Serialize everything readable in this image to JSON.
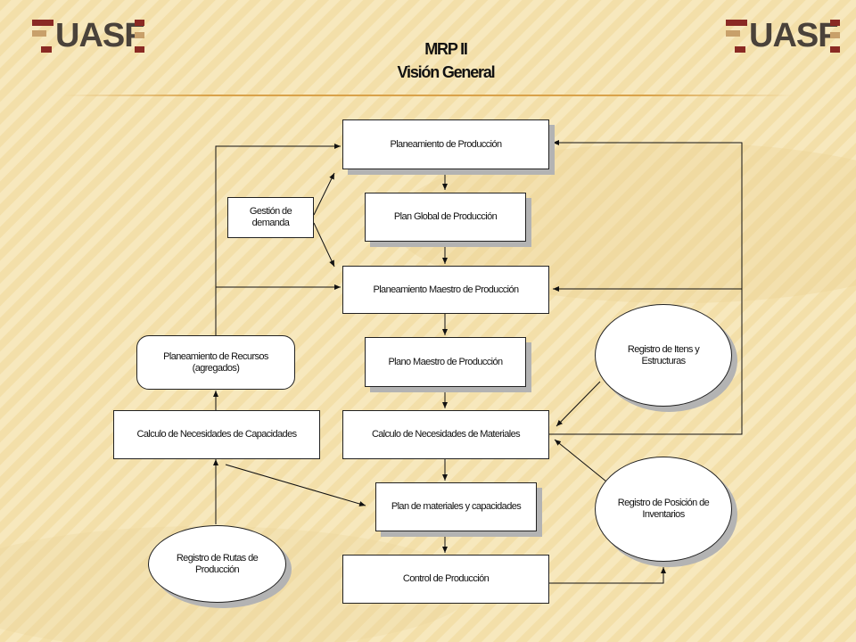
{
  "logo": {
    "text": "UASF"
  },
  "title": {
    "line1": "MRP II",
    "line2": "Visión General"
  },
  "nodes": {
    "planeamiento_produccion": "Planeamiento de Producción",
    "gestion_demanda": "Gestión de demanda",
    "plan_global": "Plan Global de Producción",
    "planeamiento_maestro": "Planeamiento Maestro de Producción",
    "planeamiento_recursos": "Planeamiento de Recursos (agregados)",
    "plano_maestro": "Plano Maestro de Producción",
    "registro_itens": "Registro de Itens y Estructuras",
    "calculo_capacidades": "Calculo de Necesidades de Capacidades",
    "calculo_materiales": "Calculo de Necesidades de Materiales",
    "registro_posicion": "Registro de Posición de Inventarios",
    "plan_materiales": "Plan de materiales y capacidades",
    "registro_rutas": "Registro de Rutas de Producción",
    "control_produccion": "Control de Producción"
  },
  "colors": {
    "background": "#f6e6b8",
    "stripe": "#f0d79a",
    "accent": "#8a2a24"
  }
}
